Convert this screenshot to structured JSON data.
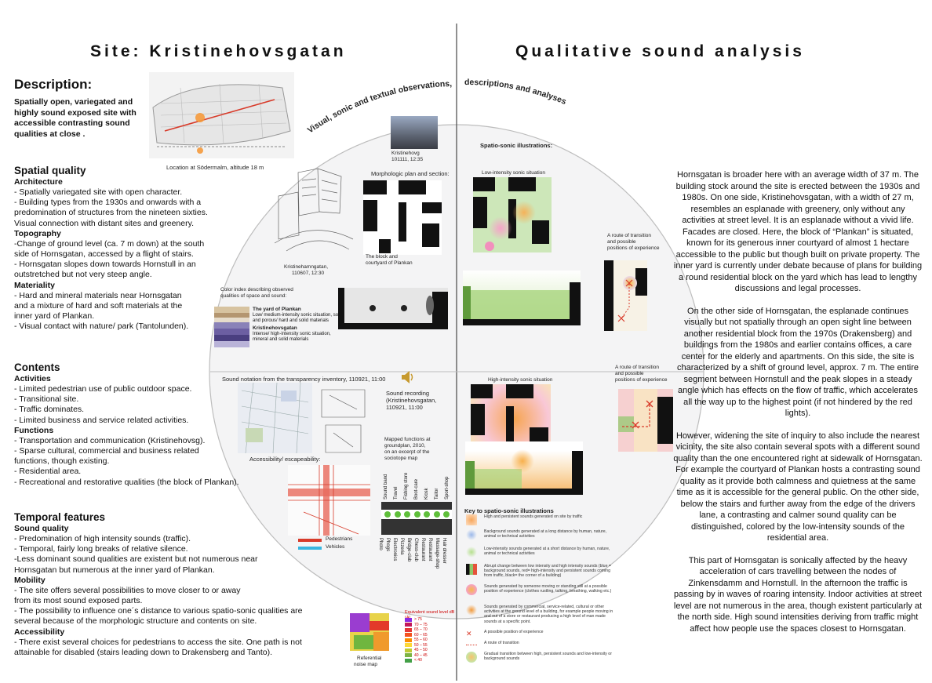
{
  "left_title": "Site: Kristinehovsgatan",
  "right_title": "Qualitative sound analysis",
  "description": {
    "heading": "Description:",
    "text": "Spatially open, variegated and highly sound exposed site with accessible contrasting sound qualities at close .",
    "map_caption": "Location at Södermalm, altitude 18 m"
  },
  "spatial_quality": {
    "heading": "Spatial quality",
    "architecture_label": "Architecture",
    "architecture": [
      "- Spatially variegated site with open character.",
      "- Building types from the 1930s and onwards with a",
      "predomination of structures from the nineteen sixties.",
      "Visual connection with distant sites and greenery."
    ],
    "topography_label": "Topography",
    "topography": [
      "-Change of ground level (ca. 7 m down) at the south",
      "side of Hornsgatan, accessed by a flight of stairs.",
      "- Hornsgatan slopes down towards Hornstull in an",
      "outstretched but not very steep angle."
    ],
    "materiality_label": "Materiality",
    "materiality": [
      "-  Hard and mineral materials near Hornsgatan",
      "and a mixture of hard and soft materials at the",
      "inner yard of Plankan.",
      "- Visual contact with nature/ park (Tantolunden)."
    ]
  },
  "contents": {
    "heading": "Contents",
    "activities_label": "Activities",
    "activities": [
      "- Limited pedestrian use of public outdoor space.",
      "- Transitional site.",
      "- Traffic dominates.",
      "- Limited business and service related activities."
    ],
    "functions_label": "Functions",
    "functions": [
      "- Transportation and communication (Kristinehovsg).",
      "- Sparse cultural, commercial and business related",
      "functions, though existing.",
      "- Residential area.",
      "- Recreational and restorative qualities (the block of Plankan)."
    ]
  },
  "temporal": {
    "heading": "Temporal features",
    "sound_quality_label": "Sound quality",
    "sound_quality": [
      "- Predomination of high intensity sounds (traffic).",
      "- Temporal, fairly long breaks of relative silence.",
      "-Less dominant sound qualities are existent but not numerous near",
      "Hornsgatan but numerous at the inner yard of Plankan."
    ],
    "mobility_label": "Mobility",
    "mobility": [
      "- The site offers several possibilities to move closer to or away",
      "from its most sound exposed parts.",
      "- The possibility to influence one´s distance to various spatio-sonic qualities are",
      "several because of  the morphologic structure and contents on site."
    ],
    "accessibility_label": "Accessibility",
    "accessibility": [
      "- There exist several choices for pedestrians to access the site. One path is not",
      "attainable for disabled (stairs leading down to Drakensberg and Tanto)."
    ]
  },
  "circle": {
    "arc_left": "Visual, sonic and textual observations,",
    "arc_right": "descriptions and analyses",
    "photo_caption_1": "Kristinehovg",
    "photo_caption_2": "101111, 12:35",
    "sketch_caption_1": "Kristinehamngatan,",
    "sketch_caption_2": "110607, 12:30",
    "morph_label": "Morphologic plan and section:",
    "block_caption_1": "The block and",
    "block_caption_2": "courtyard of Plankan",
    "spatio_label": "Spatio-sonic illustrations:",
    "low_label": "Low-intensity sonic situation",
    "high_label": "High-intensity sonic situation",
    "route_label_1": "A route of transition",
    "route_label_2": "and possible",
    "route_label_3": "positions of experience",
    "color_index": "Color index describing observed qualities of space and sound:",
    "yard_title": "The yard of Plankan",
    "yard_text": "Low/ medium-intensity sonic situation, soft and porous/ hard and solid materials",
    "kristine_title": "Kristinehovsgatan",
    "kristine_text": "Intense/ high-intensity sonic situation, mineral and solid materials",
    "sound_notation": "Sound notation from the transparency inventory, 110921, 11:00",
    "sound_recording_1": "Sound recording",
    "sound_recording_2": "(Kristinehovsgatan,",
    "sound_recording_3": "110921, 11:00",
    "mapped_1": "Mapped functions at",
    "mapped_2": "groundplan, 2010,",
    "mapped_3": "on an excerpt of the",
    "mapped_4": "sociotope map",
    "accessibility_label": "Accessibility/ escapeability:",
    "pedestrians": "Pedestrians",
    "vehicles": "Vehicles",
    "functions_top": [
      "Sound band",
      "Travel",
      "Fishing store",
      "Boot-care",
      "Kiosk",
      "Tailor",
      "Sport-shop"
    ],
    "functions_bottom": [
      "Photo",
      "Phogs",
      "Electronics",
      "Pizzeria",
      "Bridge-club",
      "Chess-club",
      "Restaurant",
      "Restaurant",
      "Massage-shop",
      "Hair dresser"
    ],
    "noise_caption_1": "Referential",
    "noise_caption_2": "noise map",
    "noise_legend_title": "Equivalent sound level dB (A)",
    "noise_legend": [
      "> 75",
      "70 – 75",
      "65 – 70",
      "60 – 65",
      "55 – 60",
      "50 – 55",
      "45 – 50",
      "40 – 45",
      "< 40"
    ],
    "key_title": "Key to spatio-sonic illustrations",
    "key_items": [
      "High and persistent sounds generated on site by traffic",
      "Background sounds generated at a long distance by human, nature, animal or technical activities",
      "Low-intensity sounds generated at a short distance  by human, nature, animal or technical activities",
      "Abrupt change between low intensity and high intensity sounds (blue = background sounds, red= high-intensity and persistent sounds coming from traffic, black= the corner of a building)",
      "Sounds generated by someone moving or standing still at a possible position of experience (clothes rustling, talking, breathing, walking etc.)",
      "Sounds generated by commercial, service-related, cultural or other activities at the ground level of a building, for example people moving in and out of a store or restaurant producing a high level of man made sounds at a specific point.",
      "A possible position of experience",
      "A route of transition",
      "Gradual transition between high, persistent sounds and low-intensity or background sounds"
    ]
  },
  "right_text": {
    "p1": "Hornsgatan is broader here with an average width of 37 m. The building stock around the site is erected between the 1930s and 1980s. On one side, Kristinehovsgatan, with a width of 27 m, resembles an esplanade with greenery, only without any activities at street level. It is an esplanade without a vivid life. Facades are closed. Here, the block of “Plankan” is situated, known for its generous inner courtyard of almost 1 hectare accessible to the public but though built on private property. The inner yard is currently under debate because of plans for building a round residential block on the yard which has lead to lengthy discussions and legal processes.",
    "p2": "On the other side of Hornsgatan, the esplanade continues visually but not spatially through an open sight line between another residential block from the 1970s (Drakensberg) and buildings from the 1980s and earlier contains offices, a care center for the elderly and apartments. On this side, the site is characterized by a shift of ground level, approx. 7 m. The entire segment between Hornstull and the peak slopes in a steady angle which has effects on the flow of traffic, which accelerates all the way up to the highest point (if not hindered by the red lights).",
    "p3": "However, widening the site of inquiry to also include the nearest vicinity, the site also contain several spots with a different sound quality than the one encountered right at sidewalk of Hornsgatan. For example the courtyard of Plankan hosts a contrasting sound quality as it provide both calmness and quietness at the same time as it is accessible for the general public. On the other side, below the stairs and further away from the edge of the drivers lane, a contrasting and calmer sound quality can be distinguished, colored by the low-intensity sounds of the residential area.",
    "p4": "This part of Hornsgatan is sonically affected by the heavy acceleration of cars travelling between the nodes of Zinkensdamm and Hornstull. In the afternoon the traffic is passing by in waves of roaring intensity. Indoor activities at street level are not numerous in the area, though existent particularly at the north side. High sound intensities deriving from traffic might affect how people use the spaces closest to Hornsgatan."
  },
  "colors": {
    "circle_line": "#b9b9b9",
    "green": "#8fc86a",
    "purple_dark": "#5a4a8a",
    "tan": "#c8a97e",
    "red": "#d83b2a"
  }
}
